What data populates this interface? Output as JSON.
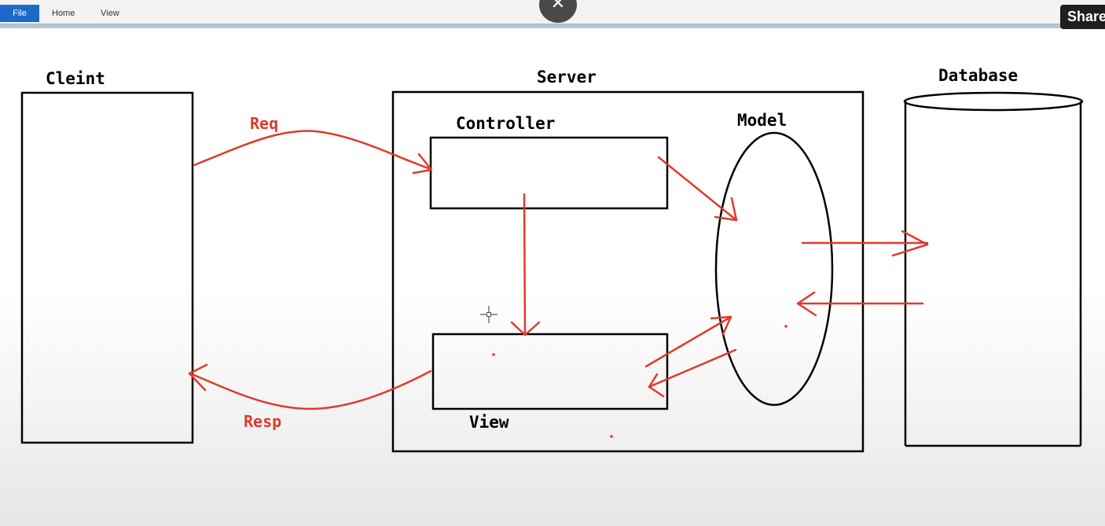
{
  "toolbar": {
    "file_label": "File",
    "home_label": "Home",
    "view_label": "View"
  },
  "overlay": {
    "close_glyph": "✕",
    "share_label": "Share"
  },
  "diagram": {
    "client_label": "Cleint",
    "server_label": "Server",
    "database_label": "Database",
    "controller_label": "Controller",
    "model_label": "Model",
    "view_label": "View",
    "request_label": "Req",
    "response_label": "Resp"
  },
  "colors": {
    "arrow": "#e03a2b",
    "outline": "#000000",
    "file_tab": "#1e69c8"
  }
}
